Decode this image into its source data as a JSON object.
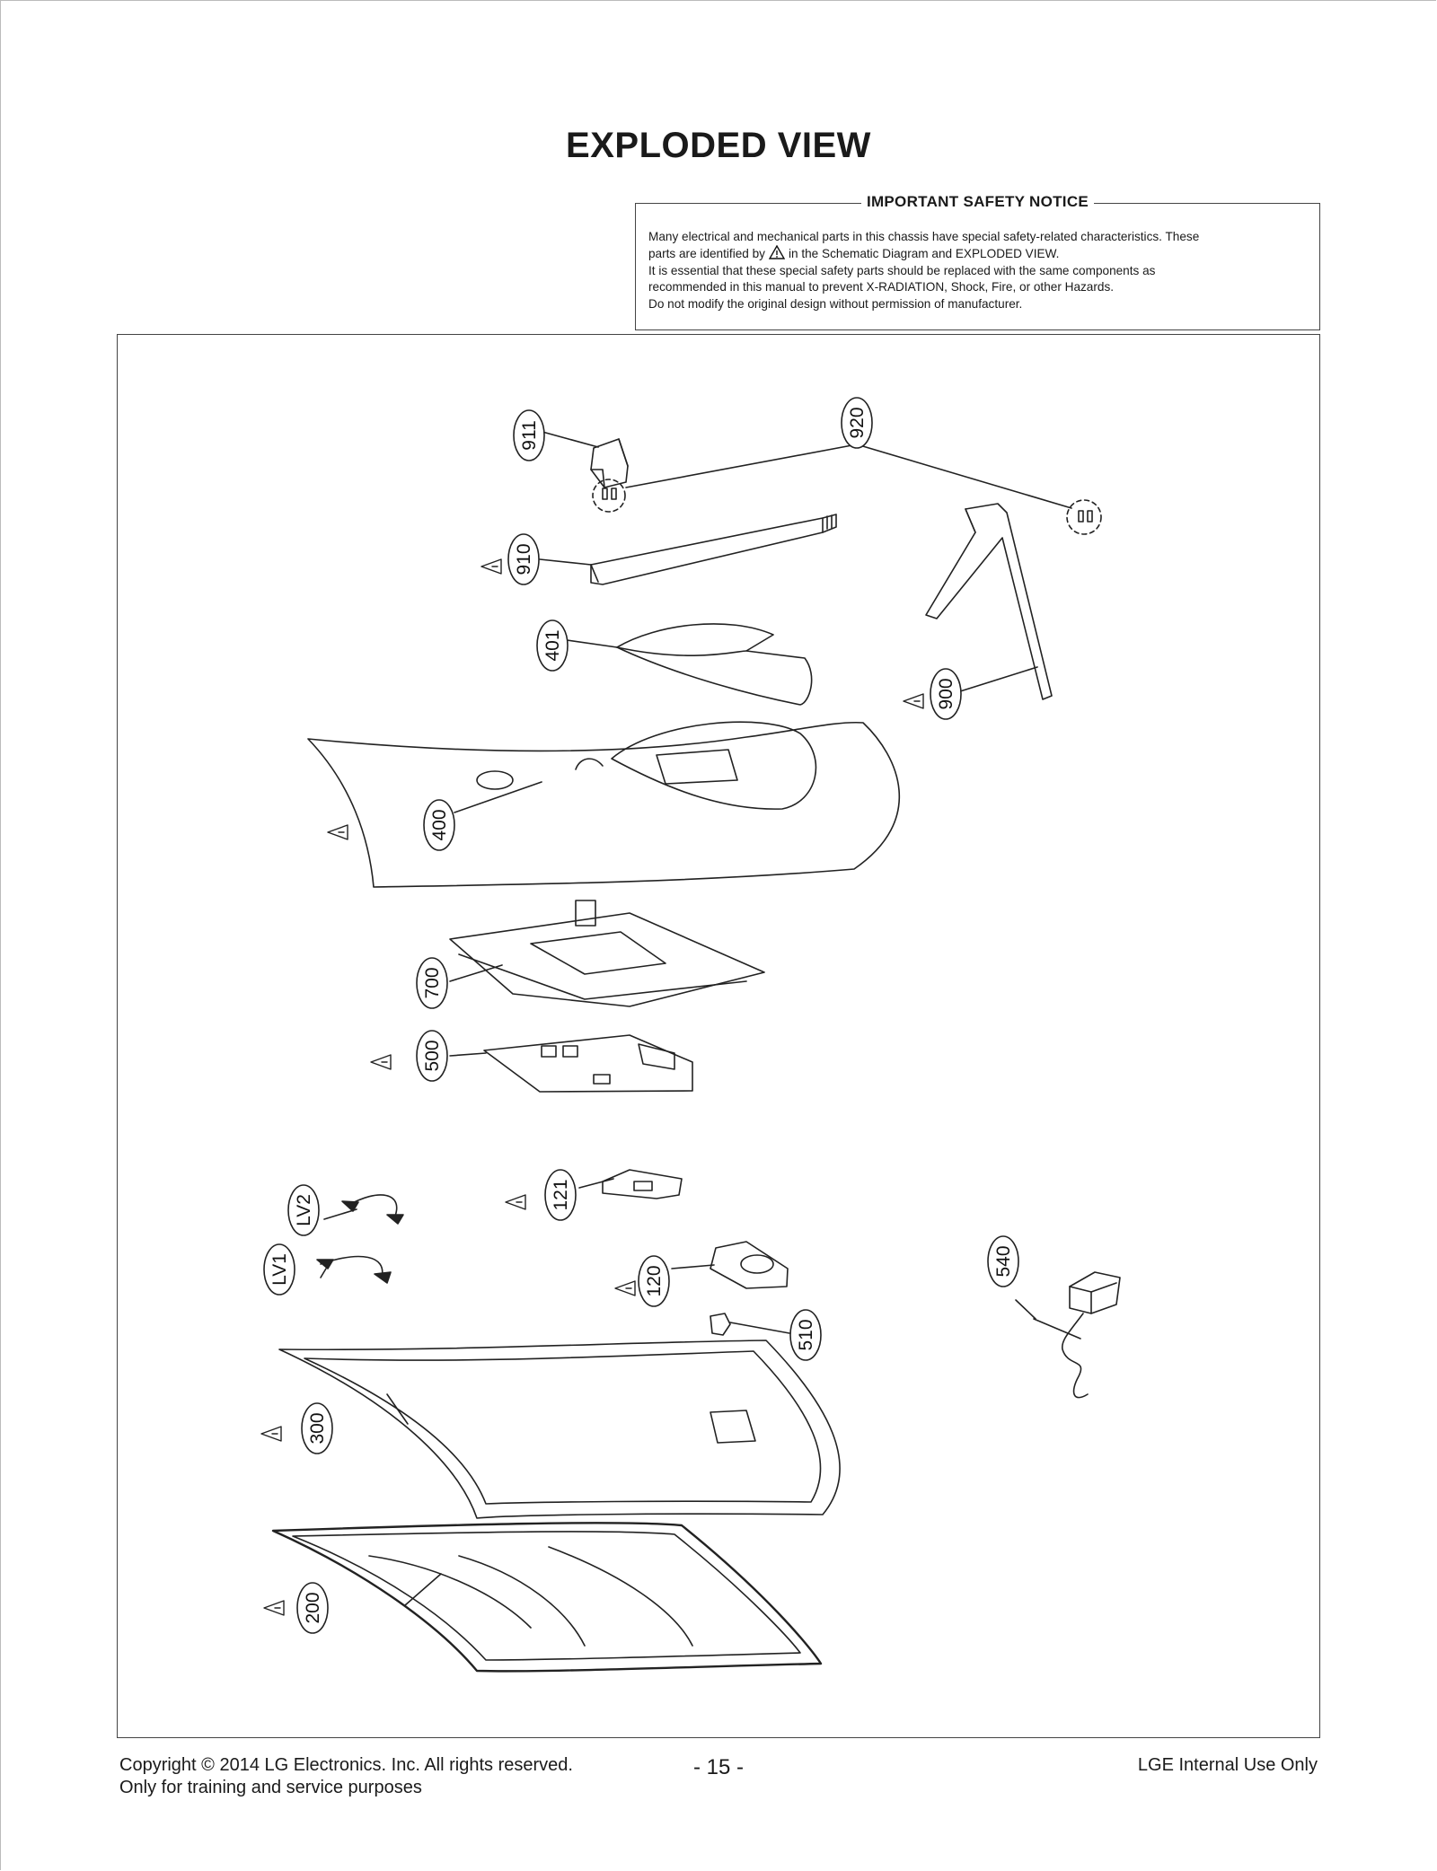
{
  "title": "EXPLODED VIEW",
  "notice": {
    "heading": "IMPORTANT SAFETY NOTICE",
    "line1": "Many electrical and mechanical parts in this chassis have special safety-related characteristics. These",
    "line2a": "parts are identified by",
    "line2b": "in the Schematic Diagram and EXPLODED VIEW.",
    "line3": "It is essential that these special safety parts should be replaced with the same components as",
    "line4": "recommended in this manual to prevent X-RADIATION, Shock, Fire, or other Hazards.",
    "line5": "Do not modify the original design without permission of manufacturer."
  },
  "parts": [
    {
      "id": "911",
      "safety": false
    },
    {
      "id": "920",
      "safety": false
    },
    {
      "id": "910",
      "safety": true
    },
    {
      "id": "401",
      "safety": false
    },
    {
      "id": "900",
      "safety": true
    },
    {
      "id": "400",
      "safety": true
    },
    {
      "id": "700",
      "safety": false
    },
    {
      "id": "500",
      "safety": true
    },
    {
      "id": "LV2",
      "safety": false
    },
    {
      "id": "121",
      "safety": true
    },
    {
      "id": "LV1",
      "safety": false
    },
    {
      "id": "120",
      "safety": true
    },
    {
      "id": "540",
      "safety": false
    },
    {
      "id": "510",
      "safety": false
    },
    {
      "id": "300",
      "safety": true
    },
    {
      "id": "200",
      "safety": true
    }
  ],
  "footer": {
    "copyright": "Copyright  © 2014  LG Electronics. Inc. All rights reserved.",
    "training": "Only for training and service purposes",
    "page": "- 15 -",
    "internal": "LGE Internal Use Only"
  }
}
